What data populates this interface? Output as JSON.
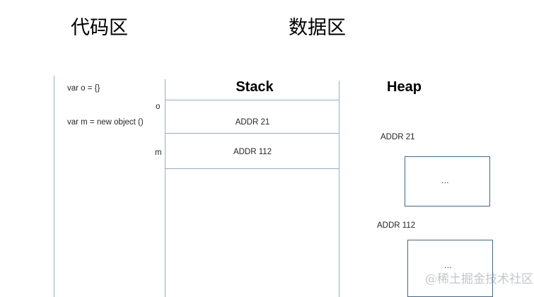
{
  "headings": {
    "code_area": "代码区",
    "data_area": "数据区"
  },
  "code_panel": {
    "lines": [
      "var o = {}",
      "var m = new object ()"
    ]
  },
  "stack_panel": {
    "title": "Stack",
    "rows": [
      {
        "var_label": "o",
        "value": "ADDR 21"
      },
      {
        "var_label": "m",
        "value": "ADDR 112"
      }
    ]
  },
  "heap_panel": {
    "title": "Heap",
    "blocks": [
      {
        "address": "ADDR 21",
        "content": "..."
      },
      {
        "address": "ADDR 112",
        "content": "..."
      }
    ]
  },
  "watermark": "@稀土掘金技术社区",
  "colors": {
    "line_light": "#8fb0cf",
    "box_border": "#41688a",
    "text": "#262626",
    "heading": "#000000"
  }
}
